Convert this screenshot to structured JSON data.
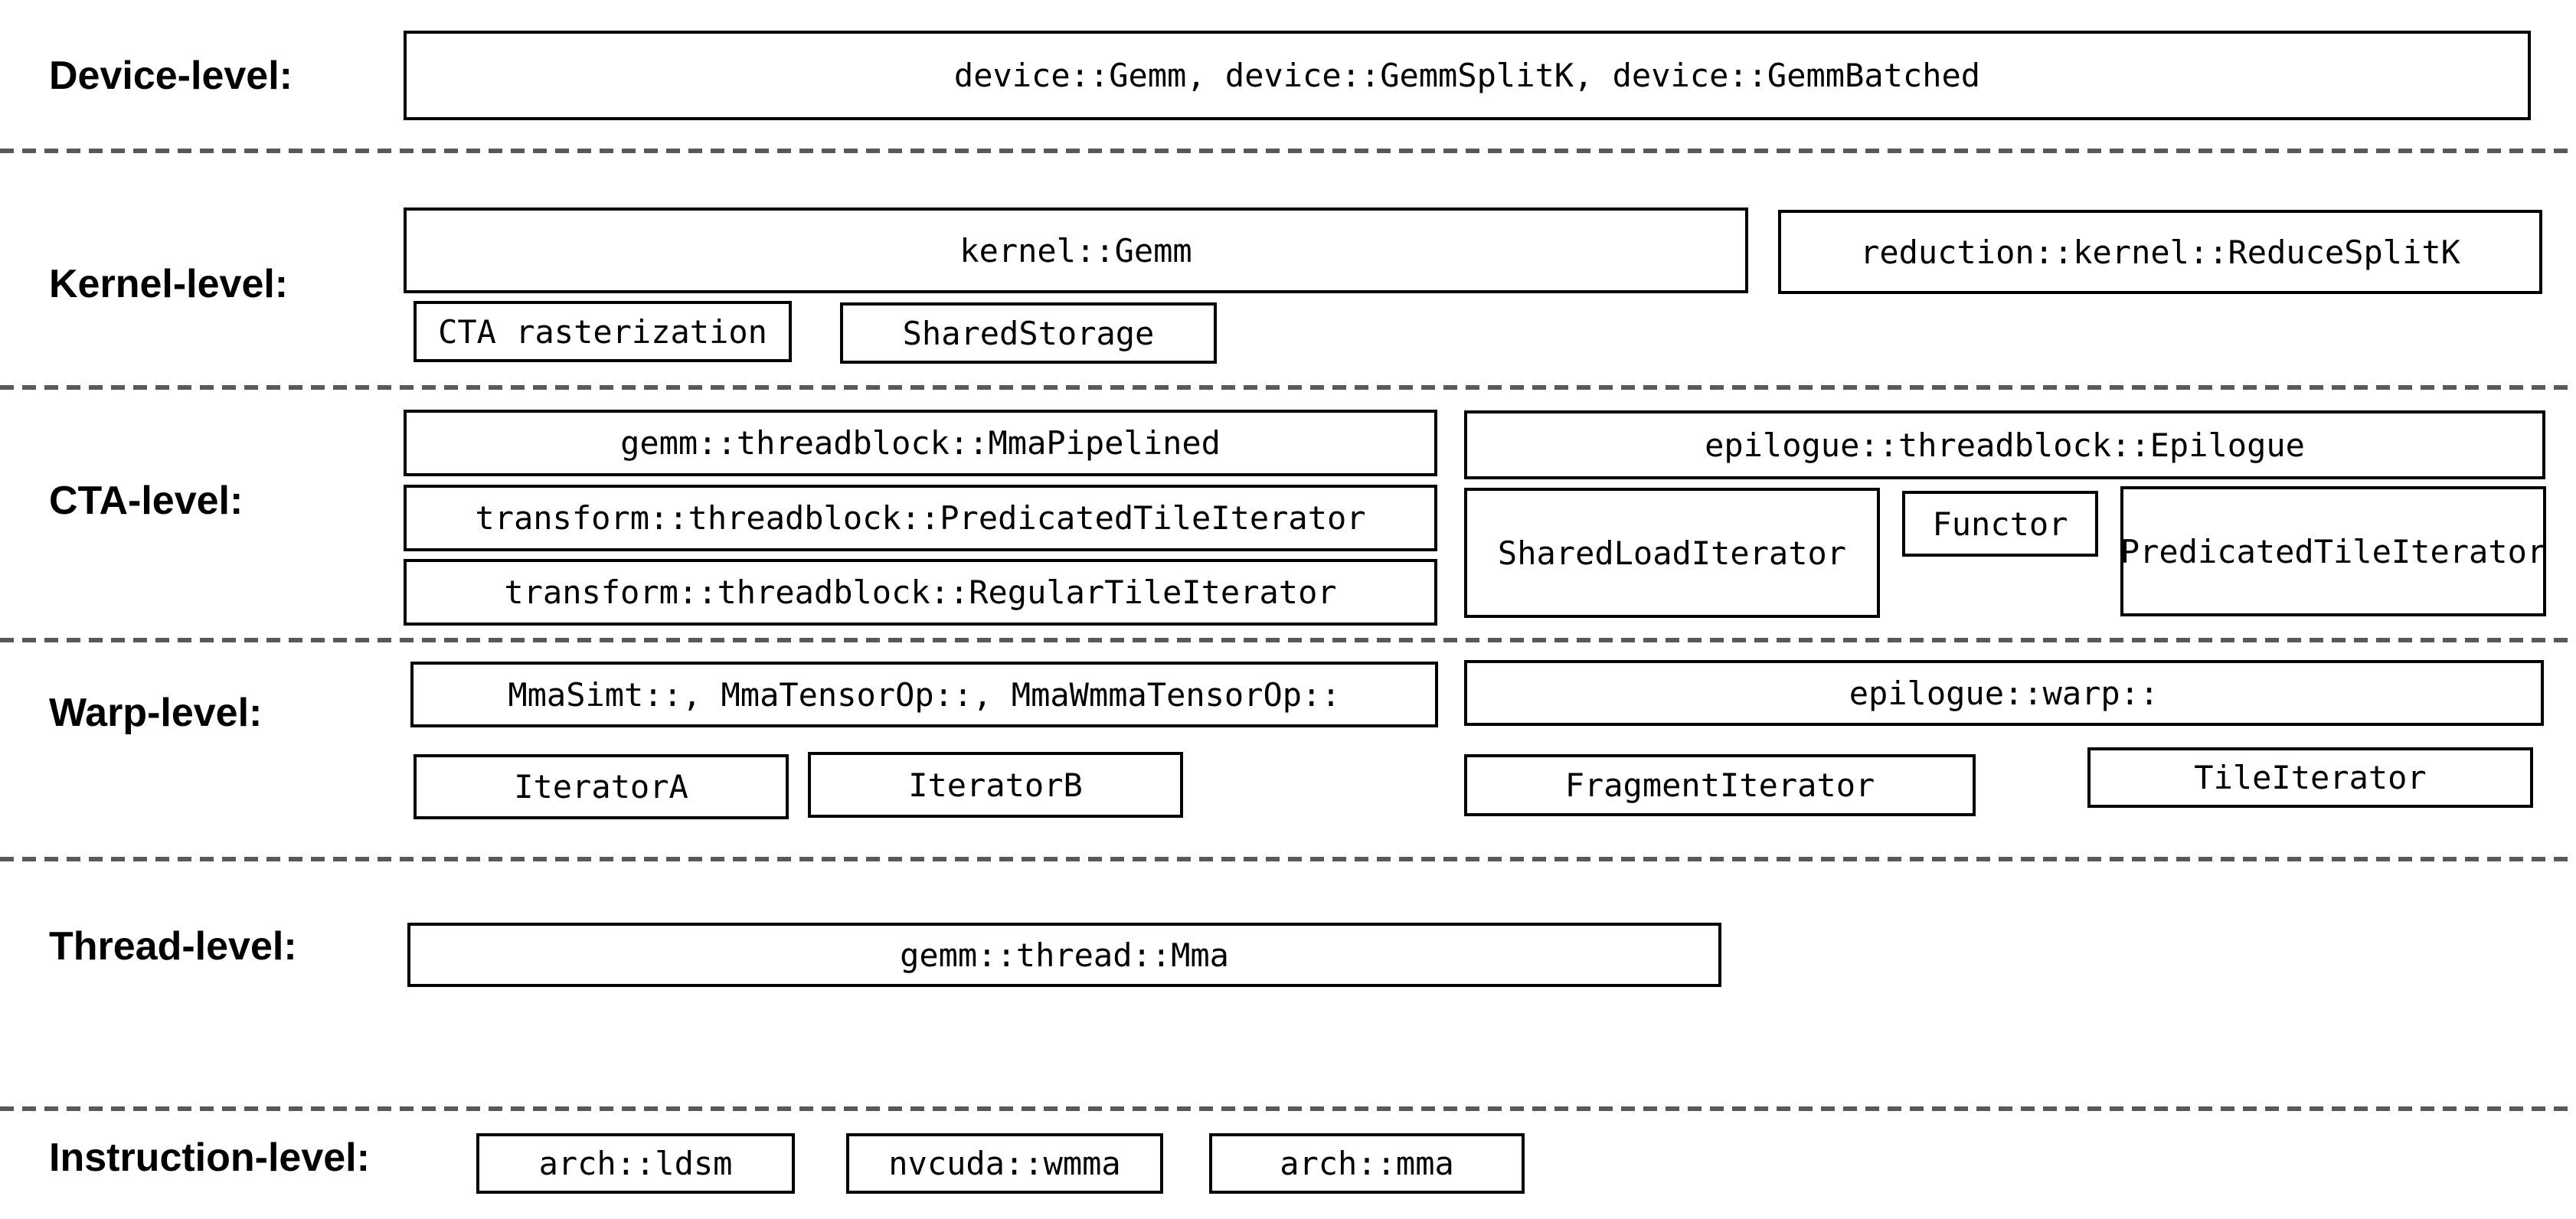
{
  "colors": {
    "background": "#ffffff",
    "box_border": "#000000",
    "text": "#000000",
    "divider": "#595959"
  },
  "levels": {
    "device": {
      "label": "Device-level:",
      "gemm_box": "device::Gemm, device::GemmSplitK, device::GemmBatched"
    },
    "kernel": {
      "label": "Kernel-level:",
      "gemm_box": "kernel::Gemm",
      "reduce_splitk_box": "reduction::kernel::ReduceSplitK",
      "cta_rasterization_box": "CTA rasterization",
      "shared_storage_box": "SharedStorage"
    },
    "cta": {
      "label": "CTA-level:",
      "mma_pipelined_box": "gemm::threadblock::MmaPipelined",
      "predicated_tile_iterator_box": "transform::threadblock::PredicatedTileIterator",
      "regular_tile_iterator_box": "transform::threadblock::RegularTileIterator",
      "epilogue_box": "epilogue::threadblock::Epilogue",
      "shared_load_iterator_box": "SharedLoadIterator",
      "functor_box": "Functor",
      "epilogue_predicated_tile_iterator_box": "PredicatedTileIterator"
    },
    "warp": {
      "label": "Warp-level:",
      "mma_box": "MmaSimt::, MmaTensorOp::, MmaWmmaTensorOp::",
      "iterator_a_box": "IteratorA",
      "iterator_b_box": "IteratorB",
      "epilogue_warp_box": "epilogue::warp::",
      "fragment_iterator_box": "FragmentIterator",
      "tile_iterator_box": "TileIterator"
    },
    "thread": {
      "label": "Thread-level:",
      "mma_box": "gemm::thread::Mma"
    },
    "instruction": {
      "label": "Instruction-level:",
      "arch_ldsm_box": "arch::ldsm",
      "nvcuda_wmma_box": "nvcuda::wmma",
      "arch_mma_box": "arch::mma"
    }
  }
}
